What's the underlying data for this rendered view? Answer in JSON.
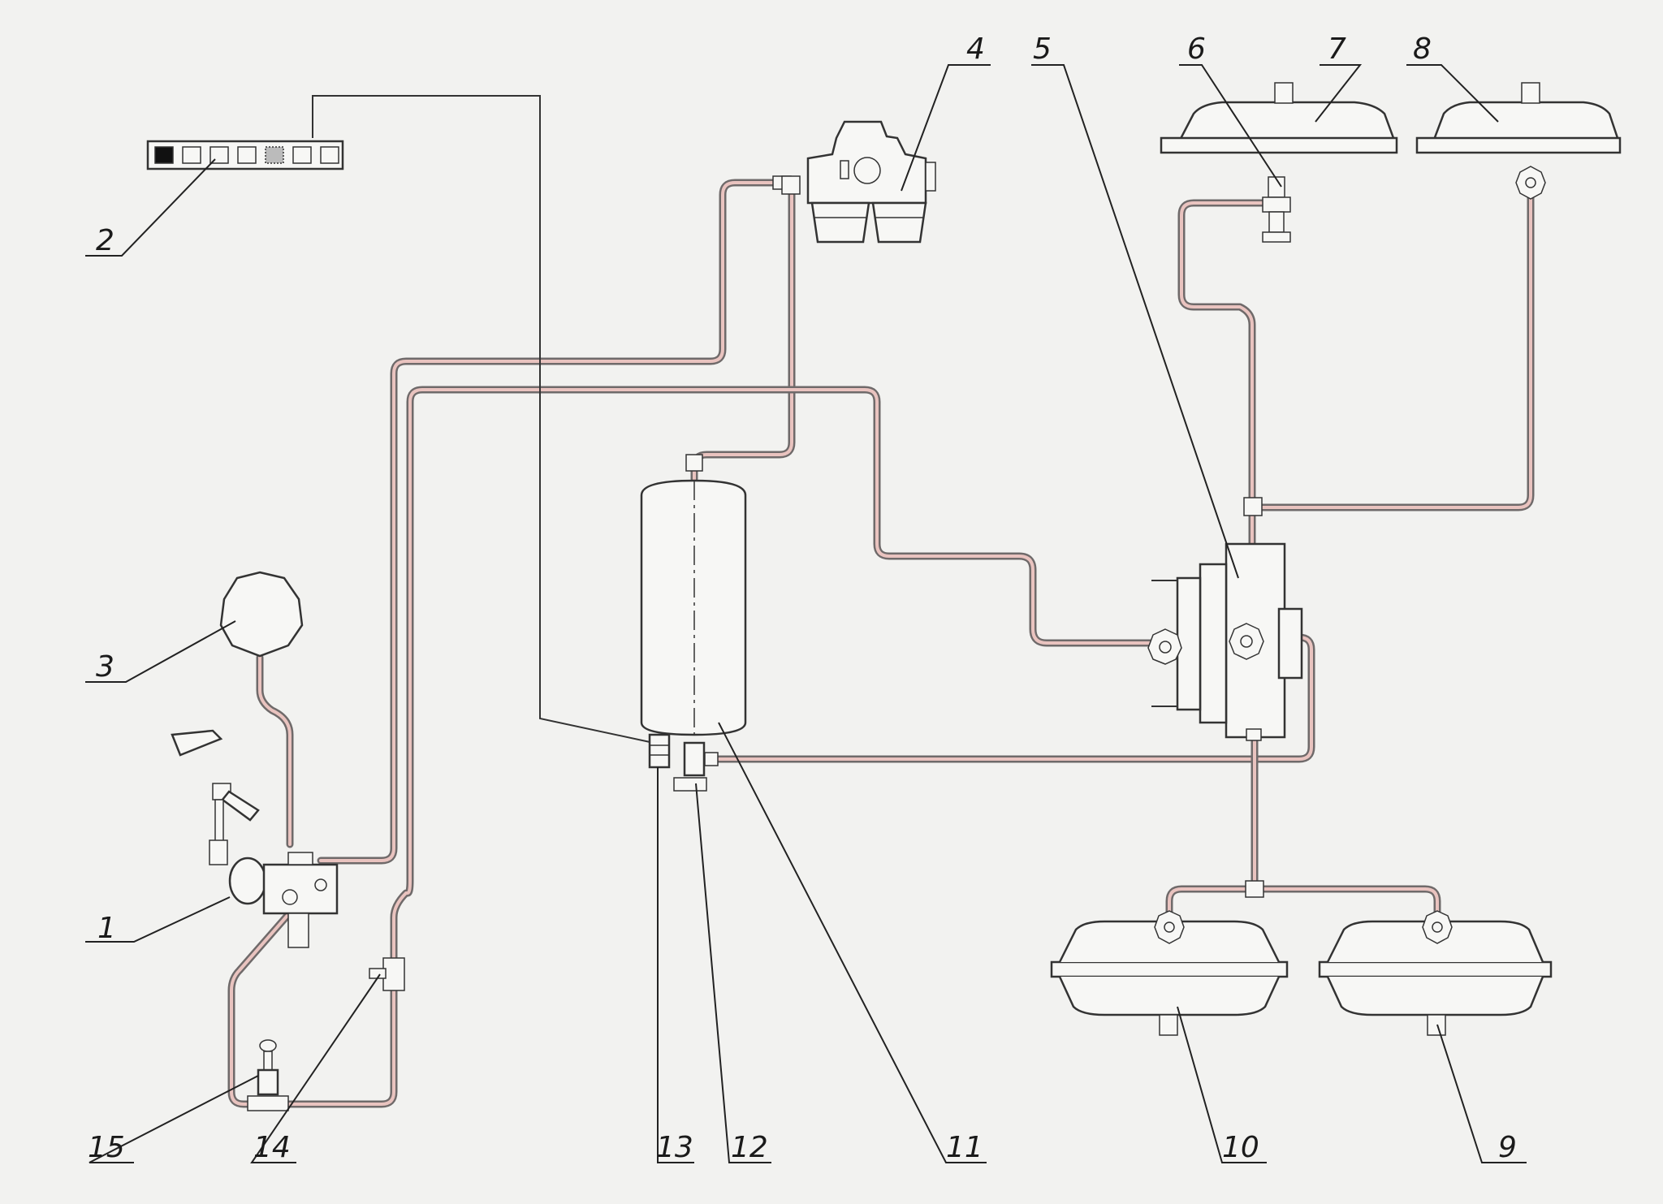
{
  "callouts": [
    {
      "id": "1",
      "text": "1"
    },
    {
      "id": "2",
      "text": "2"
    },
    {
      "id": "3",
      "text": "3"
    },
    {
      "id": "4",
      "text": "4"
    },
    {
      "id": "5",
      "text": "5"
    },
    {
      "id": "6",
      "text": "6"
    },
    {
      "id": "7",
      "text": "7"
    },
    {
      "id": "8",
      "text": "8"
    },
    {
      "id": "9",
      "text": "9"
    },
    {
      "id": "10",
      "text": "10"
    },
    {
      "id": "11",
      "text": "11"
    },
    {
      "id": "12",
      "text": "12"
    },
    {
      "id": "13",
      "text": "13"
    },
    {
      "id": "14",
      "text": "14"
    },
    {
      "id": "15",
      "text": "15"
    }
  ],
  "colors": {
    "pipe_outline": "#6f6a6a",
    "pipe_fill": "#e9c3bf",
    "ink": "#333333",
    "paper": "#f2f2f0"
  }
}
